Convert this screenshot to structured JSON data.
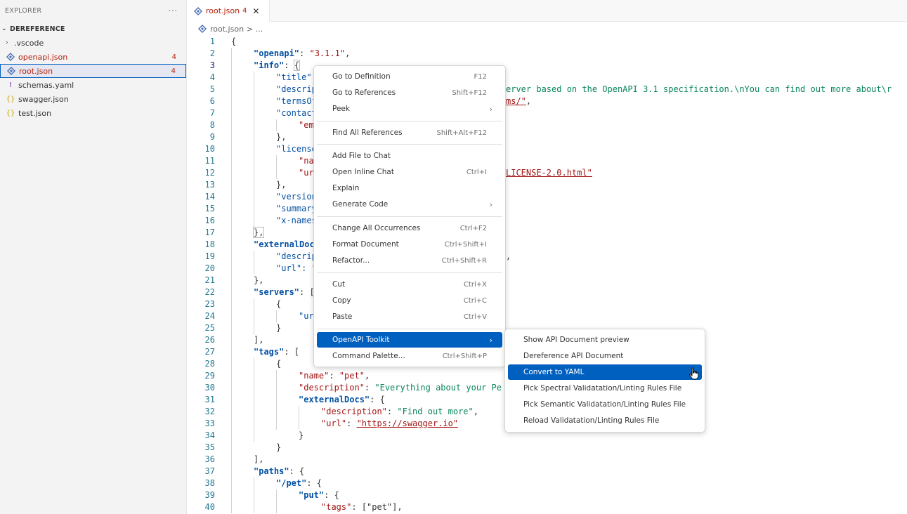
{
  "explorer": {
    "title": "EXPLORER",
    "more": "···",
    "section": "DEREFERENCE",
    "items": [
      {
        "label": ".vscode",
        "icon": "chevron-right-icon",
        "badge": ""
      },
      {
        "label": "openapi.json",
        "icon": "openapi-icon",
        "badge": "4"
      },
      {
        "label": "root.json",
        "icon": "openapi-icon",
        "badge": "4"
      },
      {
        "label": "schemas.yaml",
        "icon": "yaml-icon",
        "badge": ""
      },
      {
        "label": "swagger.json",
        "icon": "json-icon",
        "badge": ""
      },
      {
        "label": "test.json",
        "icon": "json-icon",
        "badge": ""
      }
    ]
  },
  "tab": {
    "label": "root.json",
    "badge": "4",
    "close": "✕"
  },
  "breadcrumb": {
    "file": "root.json",
    "rest": "> ..."
  },
  "icons": {
    "yaml": "!",
    "json": "{}",
    "chevron_right": "›",
    "chevron_down": "⌄"
  },
  "editor": {
    "line_numbers": [
      "1",
      "2",
      "3",
      "4",
      "5",
      "6",
      "7",
      "8",
      "9",
      "10",
      "11",
      "12",
      "13",
      "14",
      "15",
      "16",
      "17",
      "18",
      "19",
      "20",
      "21",
      "22",
      "23",
      "24",
      "25",
      "26",
      "27",
      "28",
      "29",
      "30",
      "31",
      "32",
      "33",
      "34",
      "35",
      "36",
      "37",
      "38",
      "39",
      "40"
    ],
    "snippets": {
      "l1": "{",
      "l2_key": "\"openapi\"",
      "l2_val": "\"3.1.1\"",
      "l3_key": "\"info\"",
      "l4_key": "\"title\":",
      "l5_key": "\"descrip",
      "l5_tail": "erver based on the OpenAPI 3.1 specification.\\nYou can find out more about\\r",
      "l6_key": "\"termsOf",
      "l6_tail": "ms/\"",
      "l7_key": "\"contact",
      "l8_key": "\"ema",
      "l9": "},",
      "l10_key": "\"license",
      "l11_key": "\"nam",
      "l12_key": "\"url",
      "l12_tail": "LICENSE-2.0.html\"",
      "l13": "},",
      "l14_key": "\"version",
      "l15_key": "\"summary",
      "l16_key": "\"x-names",
      "l17": "},",
      "l18_key": "\"externalDoc",
      "l19_key": "\"descrip",
      "l19_tail": ",",
      "l20_key": "\"url\":",
      "l20_val": "\"",
      "l21": "},",
      "l22_key": "\"servers\"",
      "l22_rest": ": [",
      "l23": "{",
      "l24_key": "\"url",
      "l25": "}",
      "l26": "],",
      "l27_key": "\"tags\"",
      "l27_rest": ": [",
      "l28": "{",
      "l29_key": "\"name\"",
      "l29_val": "\"pet\"",
      "l30_key": "\"description\"",
      "l30_val": "\"Everything about your Pe",
      "l31_key": "\"externalDocs\"",
      "l32_key": "\"description\"",
      "l32_val": "\"Find out more\"",
      "l33_key": "\"url\"",
      "l33_val": "\"https://swagger.io\"",
      "l34": "}",
      "l35": "}",
      "l36": "],",
      "l37_key": "\"paths\"",
      "l38_key": "\"/pet\"",
      "l39_key": "\"put\"",
      "l40_key": "\"tags\"",
      "l40_val": "[\"pet\"],"
    }
  },
  "context_menu": {
    "items": [
      {
        "label": "Go to Definition",
        "shortcut": "F12"
      },
      {
        "label": "Go to References",
        "shortcut": "Shift+F12"
      },
      {
        "label": "Peek",
        "submenu": "›"
      },
      {
        "label": "Find All References",
        "shortcut": "Shift+Alt+F12"
      },
      {
        "label": "Add File to Chat",
        "shortcut": ""
      },
      {
        "label": "Open Inline Chat",
        "shortcut": "Ctrl+I"
      },
      {
        "label": "Explain",
        "shortcut": ""
      },
      {
        "label": "Generate Code",
        "submenu": "›"
      },
      {
        "label": "Change All Occurrences",
        "shortcut": "Ctrl+F2"
      },
      {
        "label": "Format Document",
        "shortcut": "Ctrl+Shift+I"
      },
      {
        "label": "Refactor...",
        "shortcut": "Ctrl+Shift+R"
      },
      {
        "label": "Cut",
        "shortcut": "Ctrl+X"
      },
      {
        "label": "Copy",
        "shortcut": "Ctrl+C"
      },
      {
        "label": "Paste",
        "shortcut": "Ctrl+V"
      },
      {
        "label": "OpenAPI Toolkit",
        "submenu": "›"
      },
      {
        "label": "Command Palette...",
        "shortcut": "Ctrl+Shift+P"
      }
    ]
  },
  "submenu": {
    "items": [
      {
        "label": "Show API Document preview"
      },
      {
        "label": "Dereference API Document"
      },
      {
        "label": "Convert to YAML"
      },
      {
        "label": "Pick Spectral Validatation/Linting Rules File"
      },
      {
        "label": "Pick Semantic Validatation/Linting Rules File"
      },
      {
        "label": "Reload Validatation/Linting Rules File"
      }
    ]
  },
  "colors": {
    "accent": "#0060c0",
    "error": "#b5200d",
    "key": "#0451a5",
    "string": "#a31515"
  }
}
